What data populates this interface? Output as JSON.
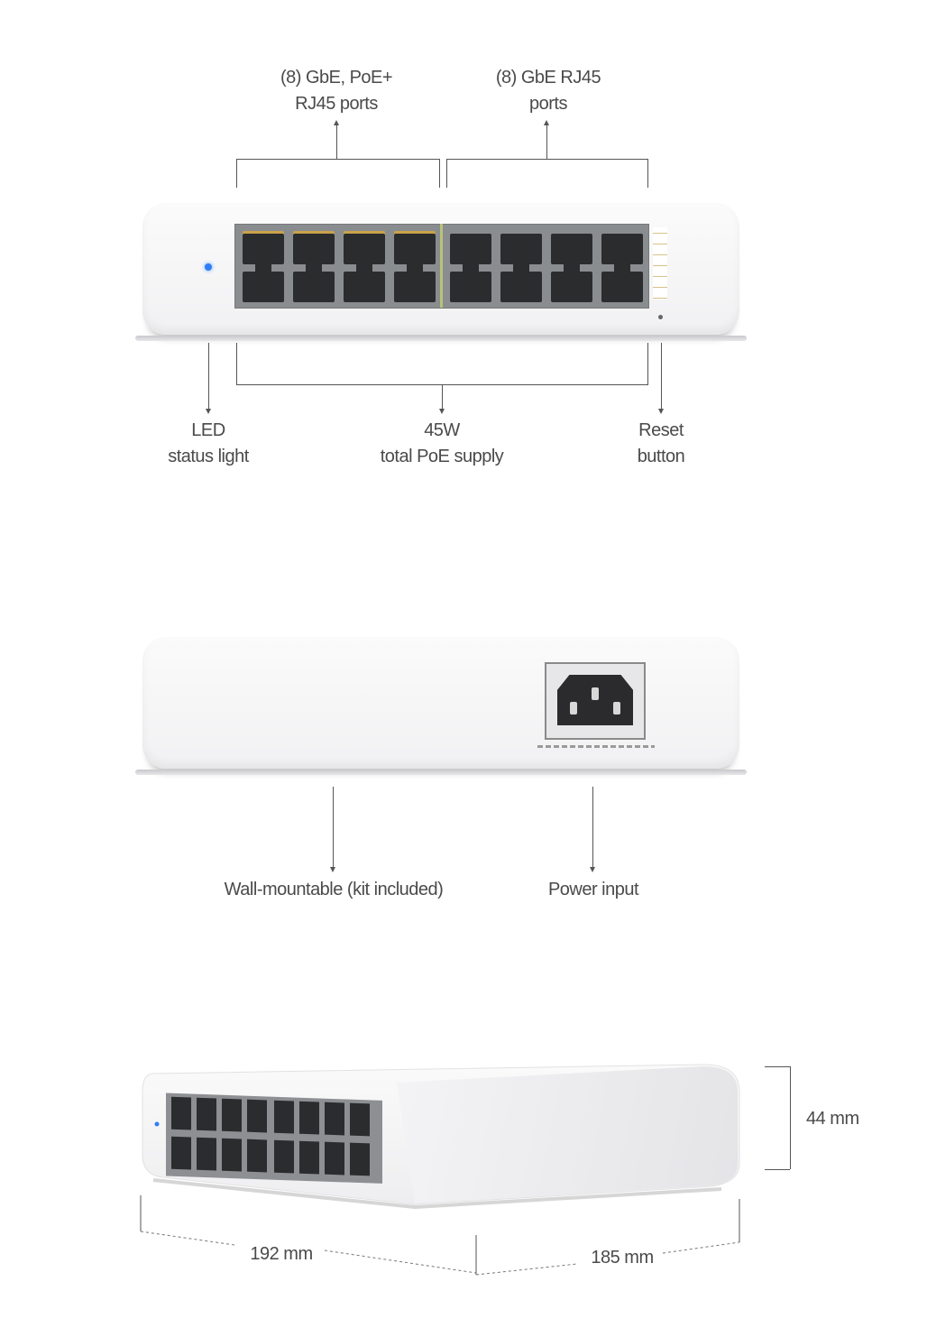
{
  "front_view": {
    "label_poe_ports": "(8) GbE, PoE+\nRJ45 ports",
    "label_rj45_ports": "(8) GbE RJ45\nports",
    "label_led": "LED\nstatus light",
    "label_poe_supply": "45W\ntotal PoE supply",
    "label_reset": "Reset\nbutton",
    "led_color": "#2f7ef5",
    "poe_accent_color": "#c9a24a"
  },
  "rear_view": {
    "label_wall_mount": "Wall-mountable (kit included)",
    "label_power": "Power input"
  },
  "dimensions_view": {
    "height": "44 mm",
    "width": "192 mm",
    "depth": "185 mm"
  }
}
